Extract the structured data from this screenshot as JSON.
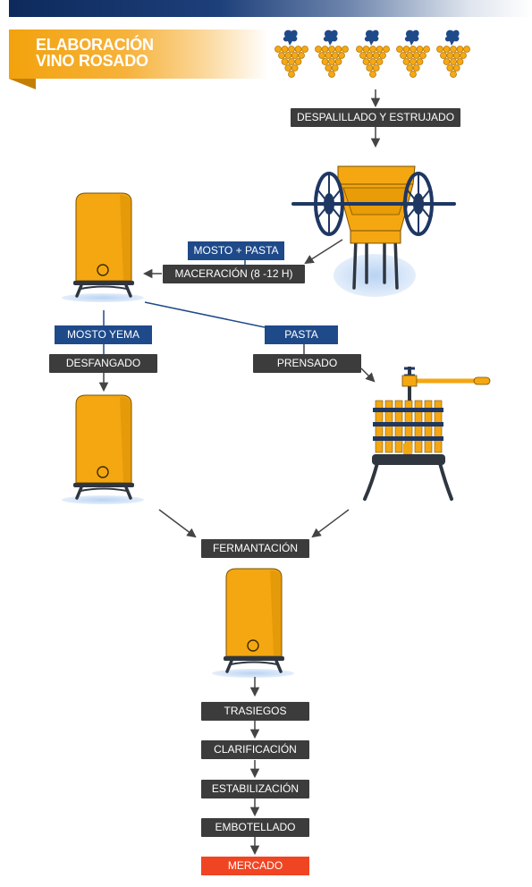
{
  "header": {
    "title_line1": "ELABORACIÓN",
    "title_line2": "VINO ROSADO"
  },
  "steps": {
    "despalillado": "DESPALILLADO Y ESTRUJADO",
    "mosto_pasta": "MOSTO + PASTA",
    "maceracion": "MACERACIÓN (8 -12 H)",
    "mosto_yema": "MOSTO YEMA",
    "pasta": "PASTA",
    "desfangado": "DESFANGADO",
    "prensado": "PRENSADO",
    "fermentacion": "FERMANTACIÓN",
    "trasiegos": "TRASIEGOS",
    "clarificacion": "CLARIFICACIÓN",
    "estabilizacion": "ESTABILIZACIÓN",
    "embotellado": "EMBOTELLADO",
    "mercado": "MERCADO"
  },
  "colors": {
    "accent_orange": "#f2a20c",
    "navy": "#1f4a8a",
    "dark_grey": "#3c3c3c",
    "market_red": "#f04523"
  },
  "icons": [
    "grape-bunch-icon",
    "crusher-machine-icon",
    "wine-tank-icon",
    "wine-press-icon"
  ]
}
